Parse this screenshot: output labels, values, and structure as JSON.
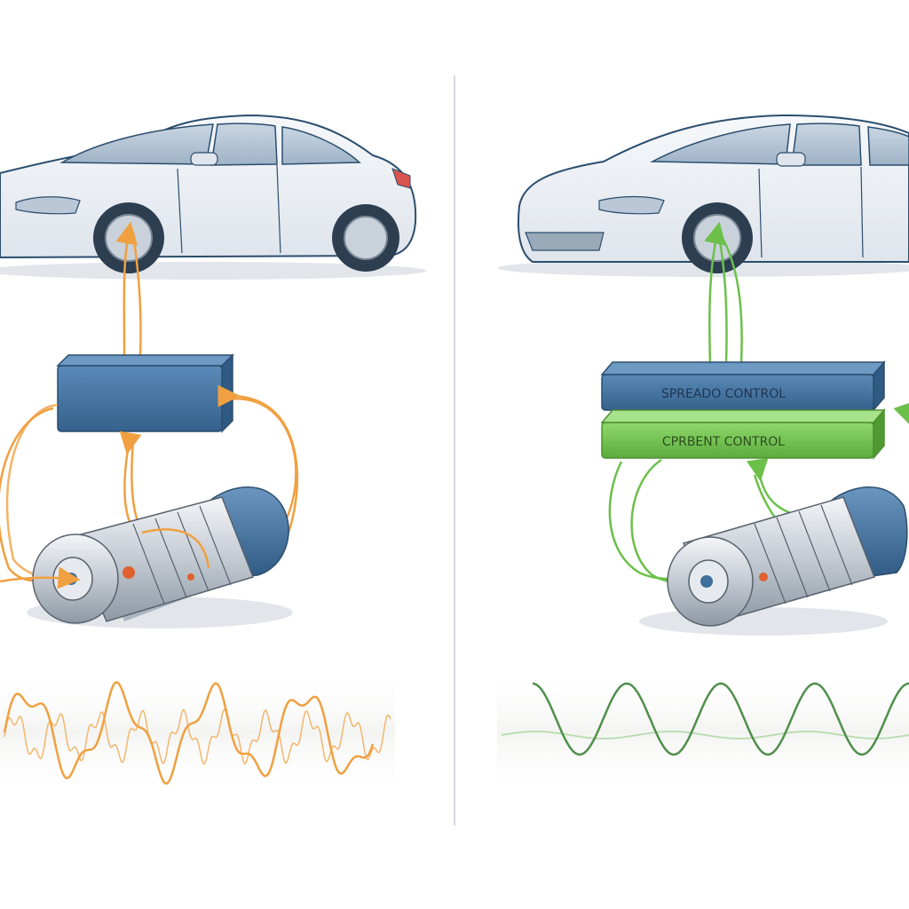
{
  "right_panel": {
    "speed_control_label": "SPREADO CONTROL",
    "current_control_label": "CPRBENT CONTROL"
  },
  "colors": {
    "left_accent": "#f0a040",
    "right_accent": "#6cc04a",
    "controller_blue": "#3f6f9c",
    "controller_green": "#6cc04a",
    "car_body": "#eef1f5",
    "car_outline": "#2b4e6e",
    "divider": "#c8ccd2"
  },
  "icons": {
    "left_car": "car-icon",
    "right_car": "car-icon",
    "left_motor": "electric-motor-icon",
    "right_motor": "electric-motor-icon",
    "left_wave": "noisy-signal-wave",
    "right_wave": "smooth-signal-wave"
  },
  "waveforms": {
    "left": {
      "style": "noisy",
      "cycles": 4
    },
    "right": {
      "style": "smooth-sine",
      "cycles": 4
    }
  }
}
